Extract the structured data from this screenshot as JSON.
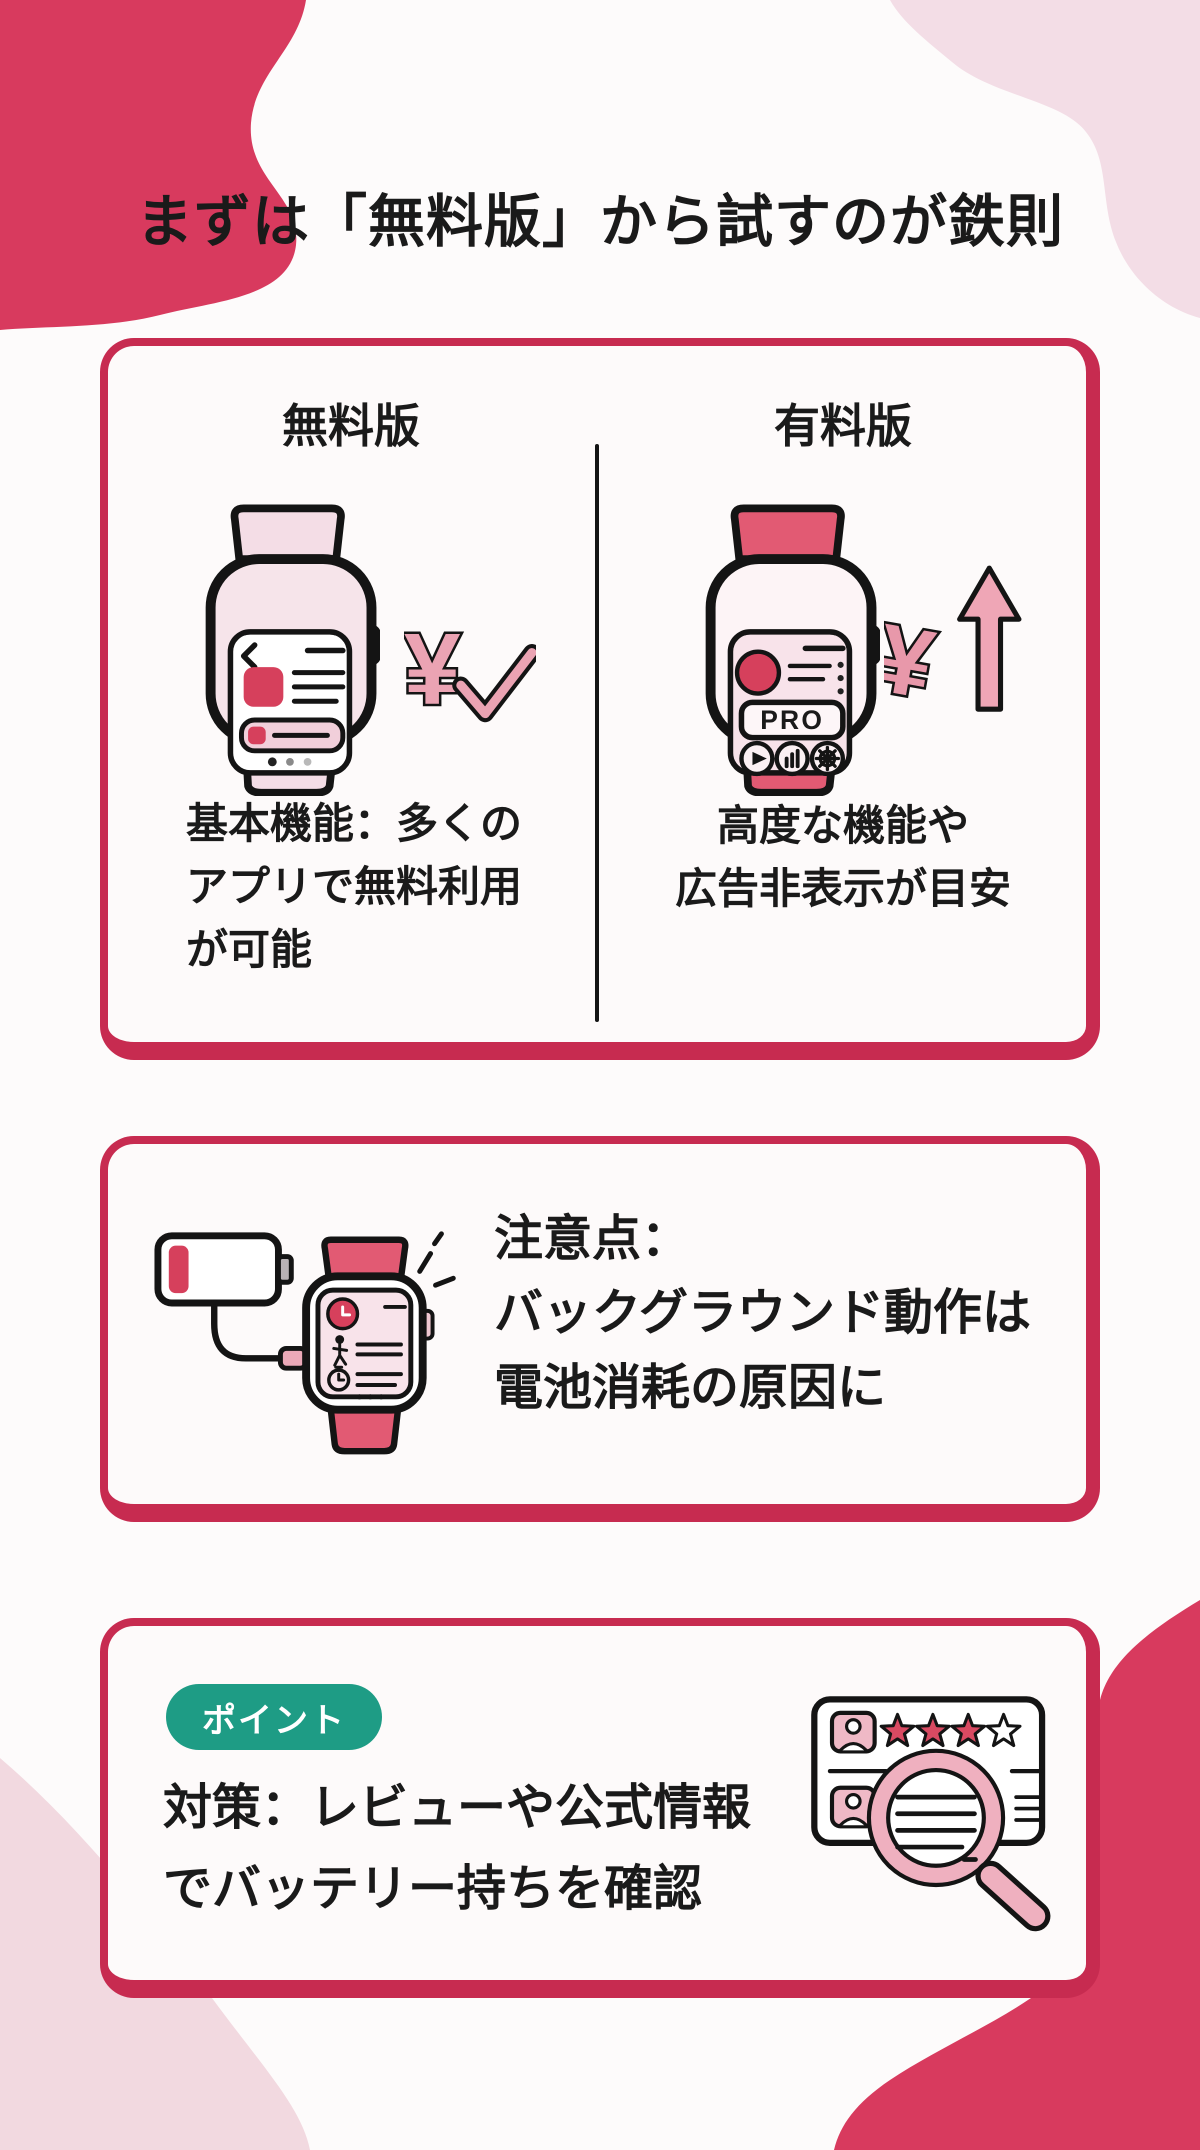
{
  "page": {
    "title": "まずは「無料版」から試すのが鉄則",
    "background": "#fdfbfb",
    "colors": {
      "card_border_red": "#c72b50",
      "blob_red": "#d83a5e",
      "blob_pink_light": "#f3dde6",
      "accent_red": "#d6405c",
      "illustration_pink": "#eba9b8",
      "badge_teal": "#1e9c85",
      "text_black": "#1a1a1a"
    }
  },
  "comparison_card": {
    "free": {
      "label": "無料版",
      "description": "基本機能：多くの\nアプリで無料利用\nが可能",
      "icons": [
        "smartwatch-free-app-icon",
        "yen-checkmark-icon"
      ]
    },
    "paid": {
      "label": "有料版",
      "watch_screen_label": "PRO",
      "description": "高度な機能や\n広告非表示が目安",
      "icons": [
        "smartwatch-pro-app-icon",
        "yen-up-arrow-icon"
      ]
    }
  },
  "caution_card": {
    "text": "注意点：\nバックグラウンド動作は\n電池消耗の原因に",
    "icon": "low-battery-smartwatch-icon"
  },
  "point_card": {
    "badge_label": "ポイント",
    "text": "対策：レビューや公式情報\nでバッテリー持ちを確認",
    "icon": "review-magnifier-icon",
    "review_stars_filled": 3,
    "review_stars_total": 4
  }
}
